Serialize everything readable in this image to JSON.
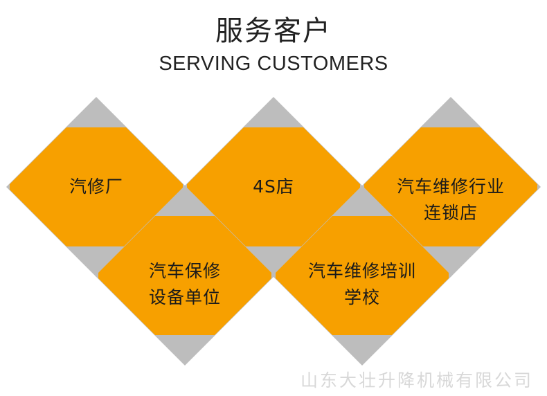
{
  "header": {
    "title": "服务客户",
    "subtitle": "SERVING CUSTOMERS"
  },
  "colors": {
    "orange": "#F7A000",
    "gray": "#BDBDBD"
  },
  "items": [
    {
      "lines": [
        "汽修厂"
      ]
    },
    {
      "lines": [
        "4S店"
      ]
    },
    {
      "lines": [
        "汽车维修行业",
        "连锁店"
      ]
    },
    {
      "lines": [
        "汽车保修",
        "设备单位"
      ]
    },
    {
      "lines": [
        "汽车维修培训",
        "学校"
      ]
    }
  ],
  "watermark": "山东大壮升降机械有限公司"
}
